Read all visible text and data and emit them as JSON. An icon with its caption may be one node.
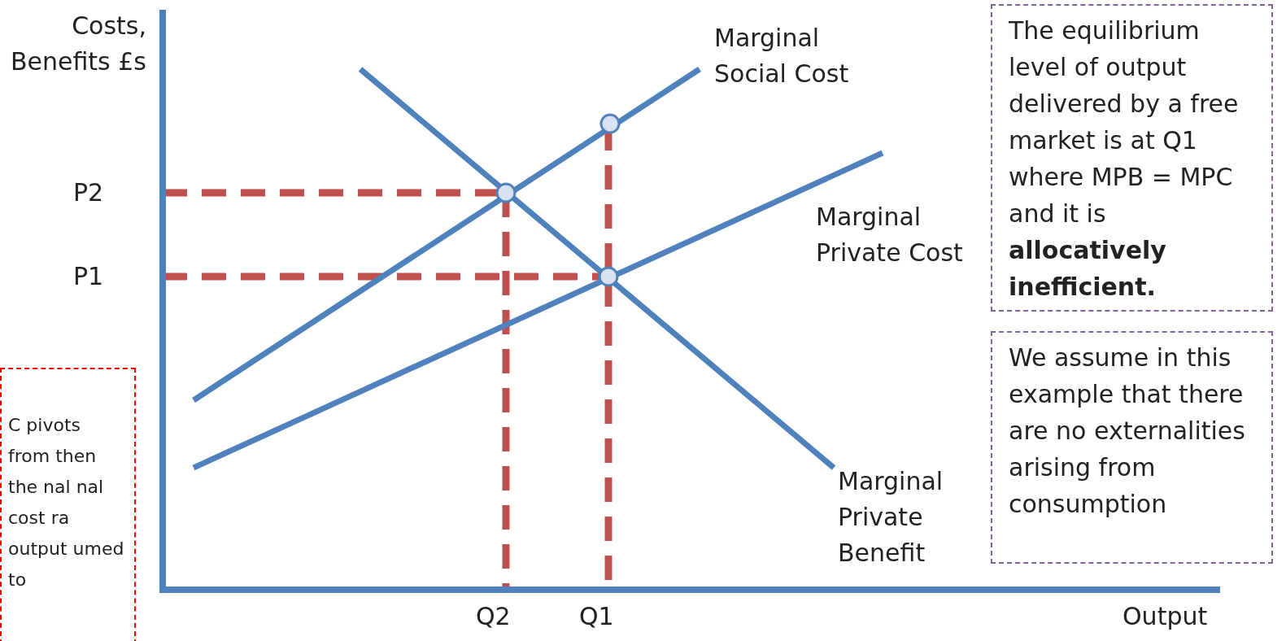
{
  "diagram": {
    "nodes": [
      {
        "text": [
          "The equilibrium level of output delivered by a free market is at Q1 where MPB = MPC and it is **allocatively inefficient.**"
        ]
      },
      {
        "text": [
          "We assume in this example that there are no externalities arising from consumption"
        ]
      },
      {
        "text": [
          "C pivots from then the nal nal cost ra output umed to"
        ]
      }
    ],
    "edges": [],
    "labels": [
      "Costs, Benefits £s",
      "Marginal Social Cost",
      "P2",
      "Marginal Private Cost",
      "P1",
      "Marginal Private Benefit",
      "Q2",
      "Q1",
      "Output"
    ]
  }
}
